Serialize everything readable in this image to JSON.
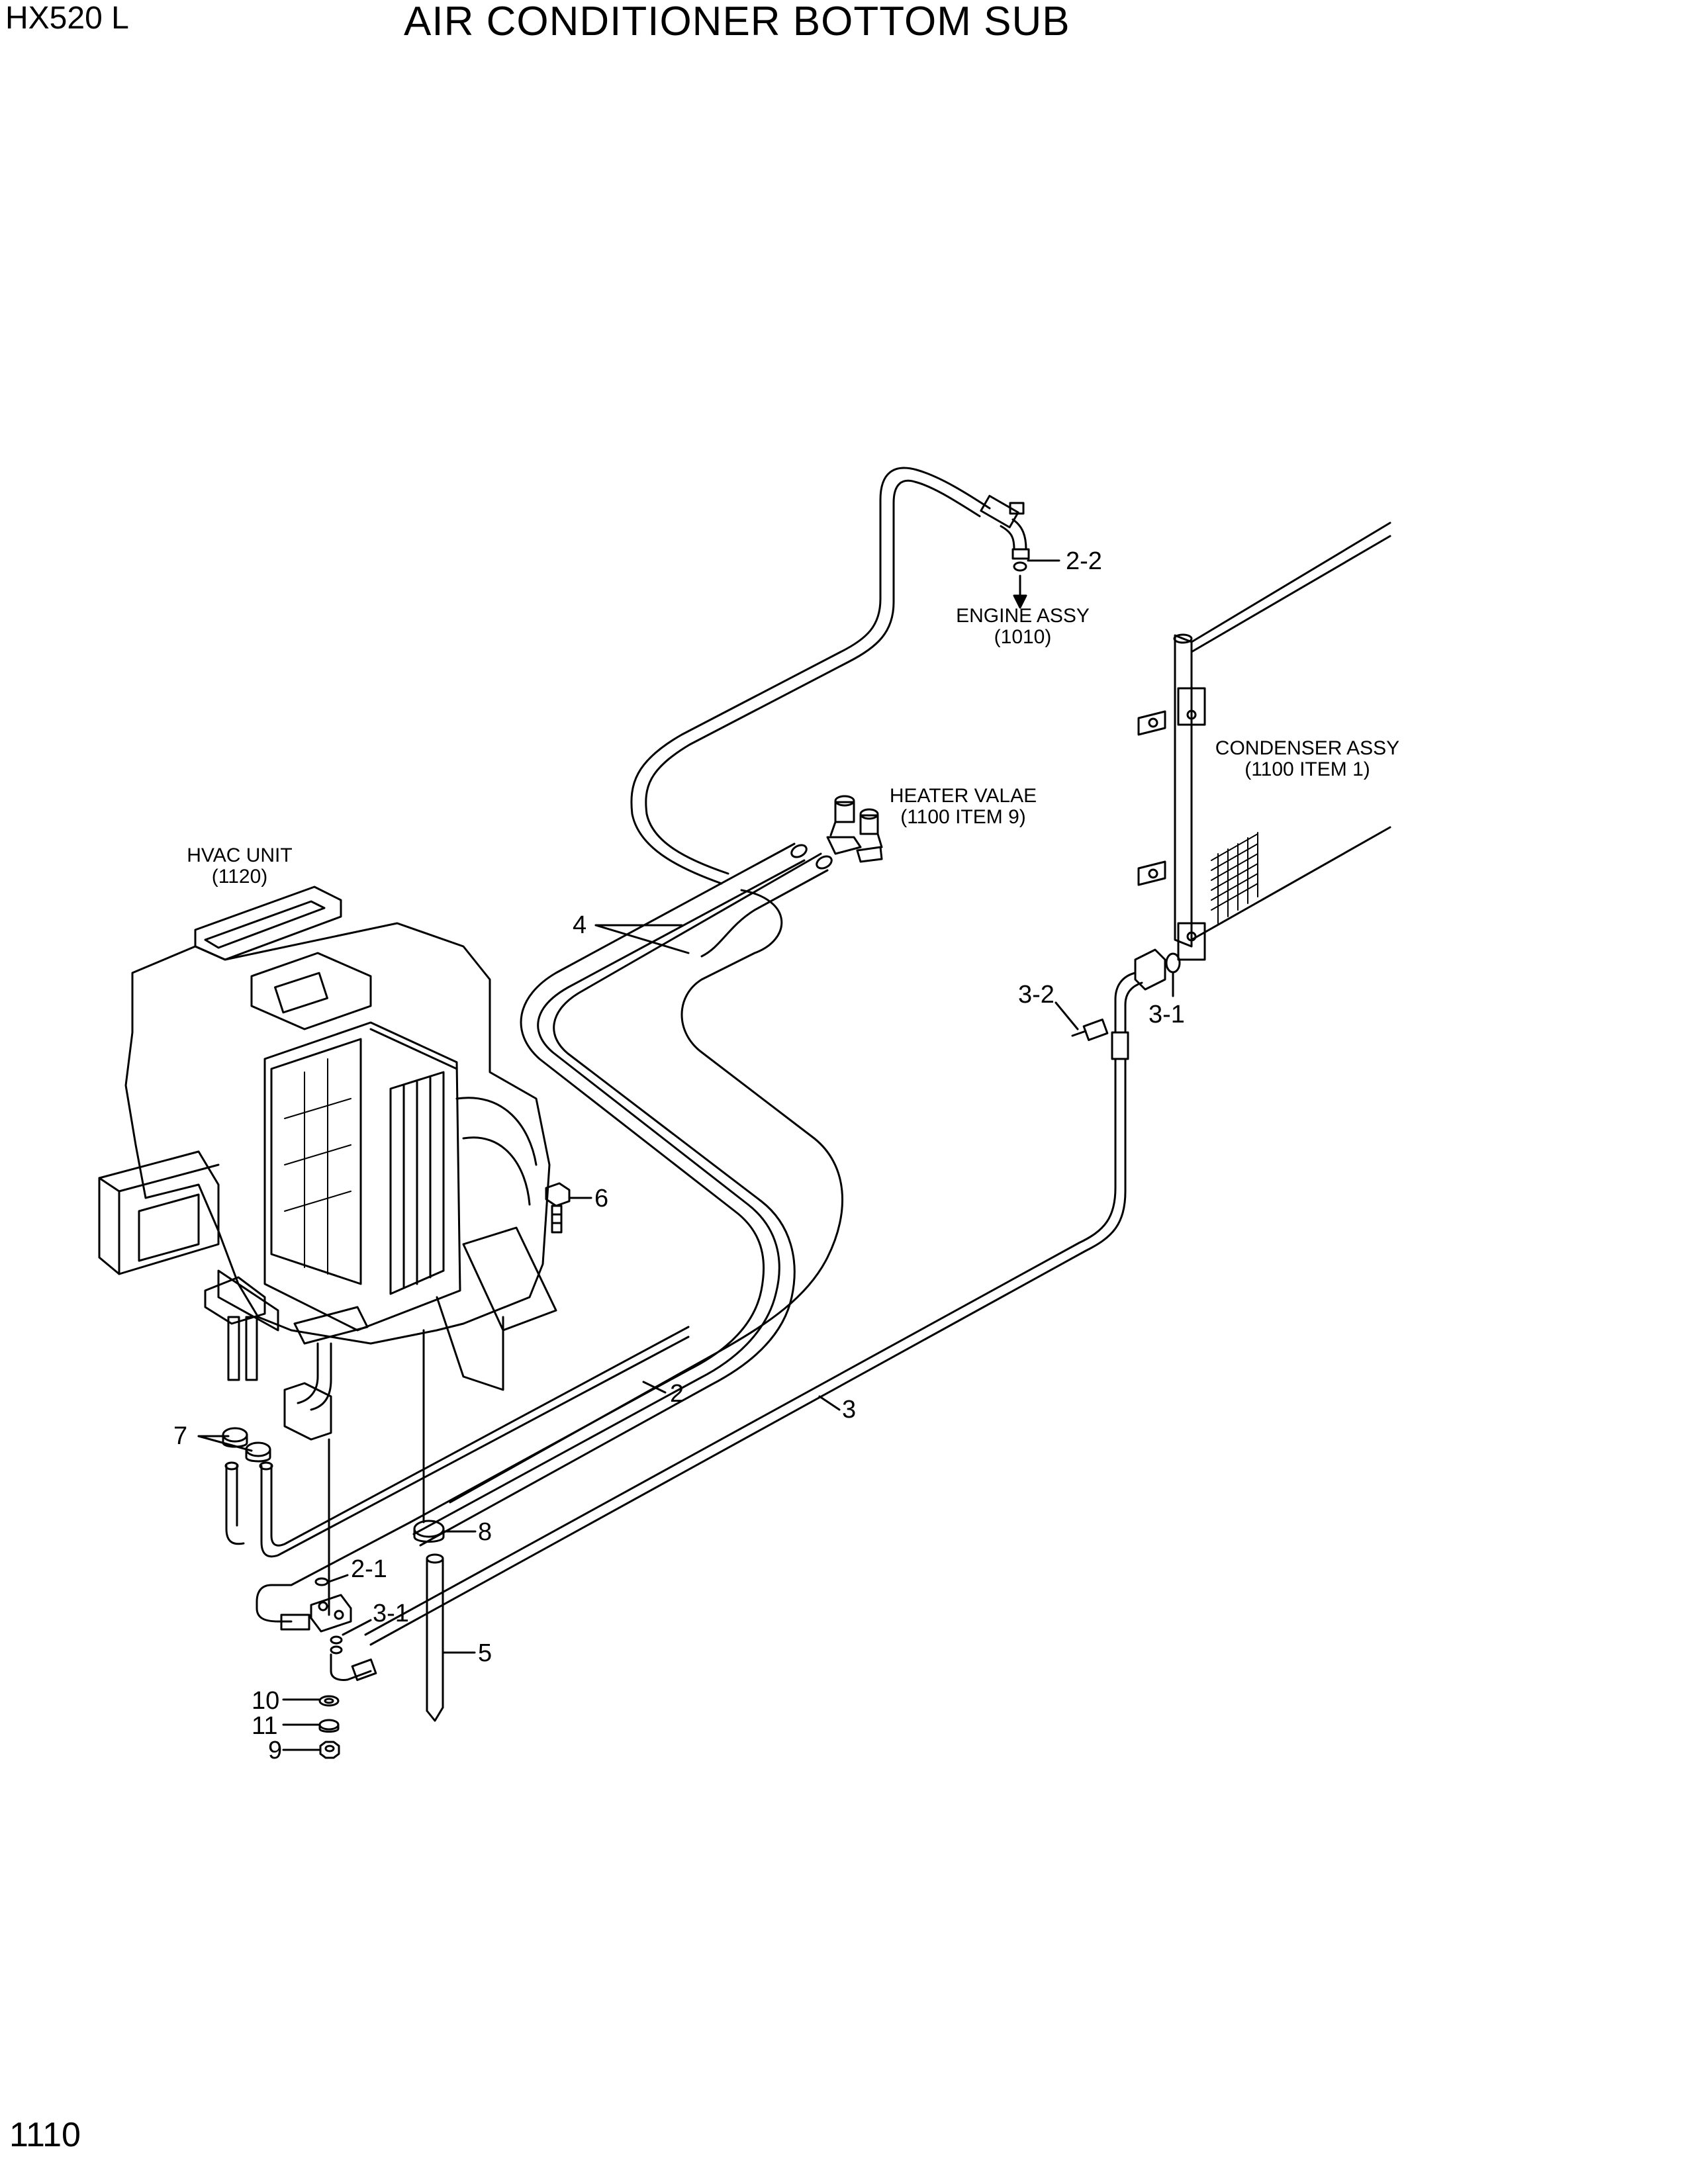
{
  "header": {
    "model": "HX520 L",
    "title": "AIR CONDITIONER BOTTOM SUB",
    "page_number": "1110"
  },
  "components": {
    "engine": {
      "name": "ENGINE ASSY",
      "ref": "(1010)"
    },
    "heater_valve": {
      "name": "HEATER VALAE",
      "ref": "(1100 ITEM 9)"
    },
    "condenser": {
      "name": "CONDENSER ASSY",
      "ref": "(1100 ITEM 1)"
    },
    "hvac": {
      "name": "HVAC UNIT",
      "ref": "(1120)"
    }
  },
  "callouts": {
    "c2_2": "2-2",
    "c4": "4",
    "c3_2": "3-2",
    "c3_1_top": "3-1",
    "c6": "6",
    "c2": "2",
    "c3": "3",
    "c7": "7",
    "c8": "8",
    "c2_1": "2-1",
    "c3_1_bottom": "3-1",
    "c5": "5",
    "c10": "10",
    "c11": "11",
    "c9": "9"
  }
}
